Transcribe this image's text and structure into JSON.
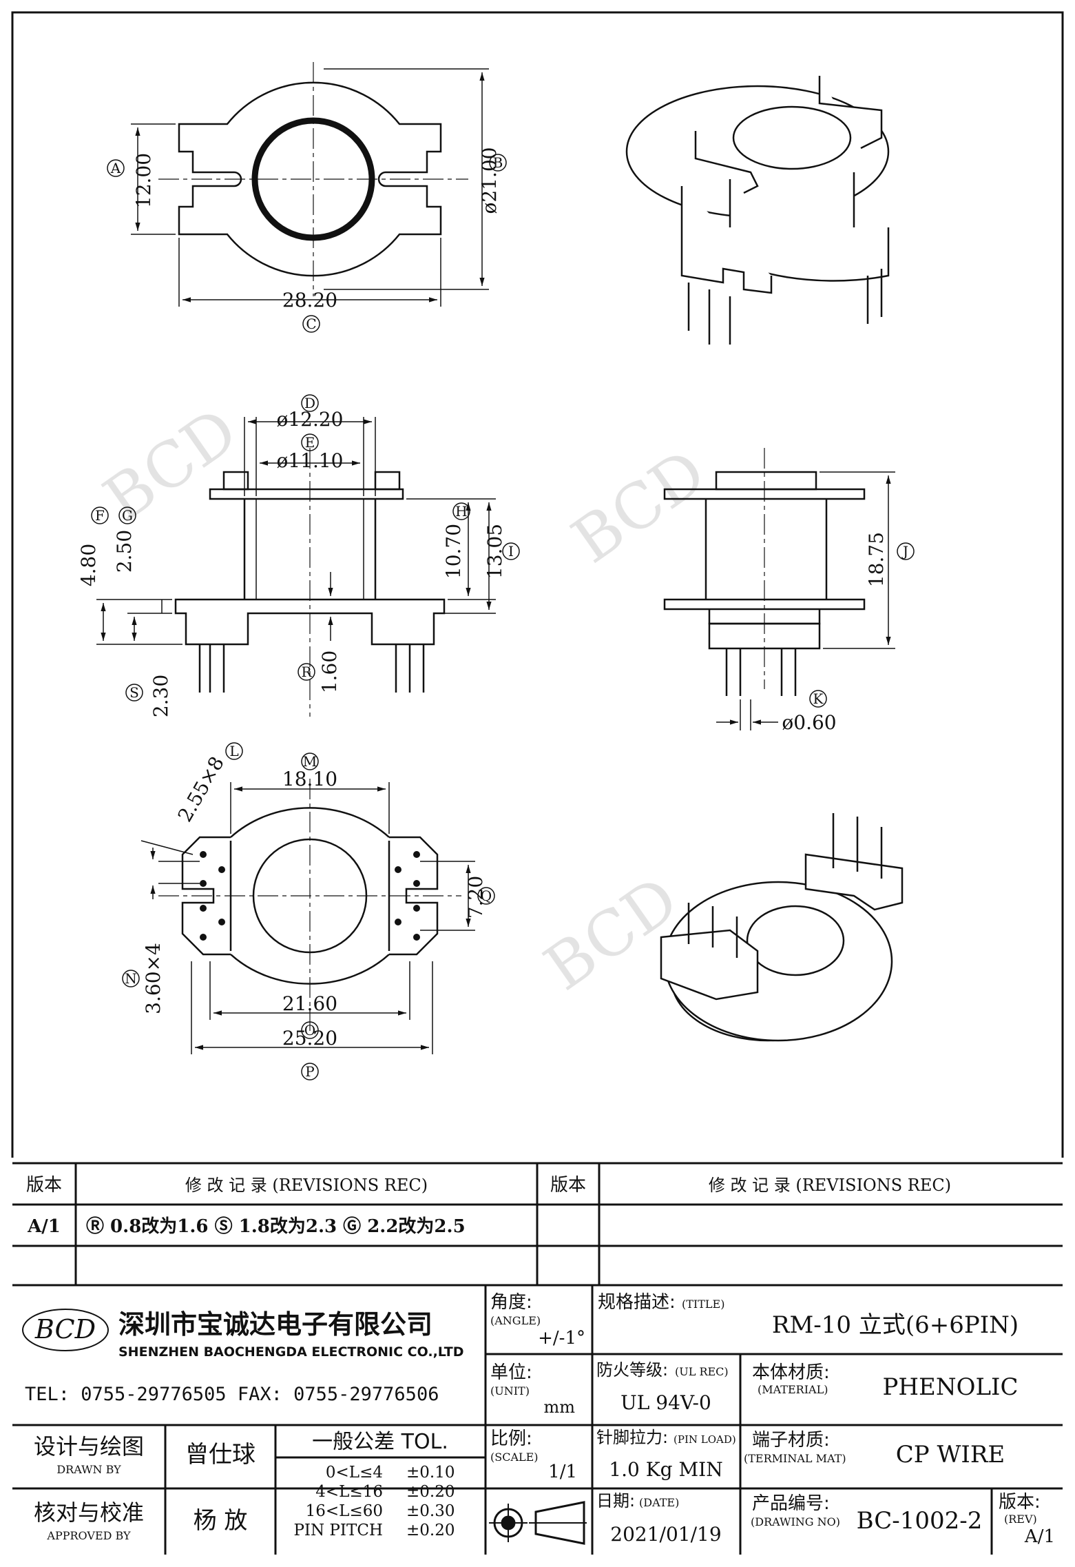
{
  "drawing": {
    "top_view": {
      "dim_height": "12.00",
      "dim_diameter": "ø21.00",
      "dim_width": "28.20",
      "labels": [
        "A",
        "B",
        "C"
      ]
    },
    "front_view": {
      "dim_d": "ø12.20",
      "dim_e": "ø11.10",
      "dim_f": "4.80",
      "dim_g": "2.50",
      "dim_h": "10.70",
      "dim_i": "13.05",
      "dim_r": "1.60",
      "dim_s": "2.30",
      "labels": [
        "D",
        "E",
        "F",
        "G",
        "H",
        "I",
        "R",
        "S"
      ]
    },
    "side_view": {
      "dim_j": "18.75",
      "dim_k": "ø0.60",
      "labels": [
        "J",
        "K"
      ]
    },
    "bottom_view": {
      "dim_l": "2.55×8",
      "dim_m": "18.10",
      "dim_n": "3.60×4",
      "dim_o": "21.60",
      "dim_p": "25.20",
      "dim_q": "7.20",
      "labels": [
        "L",
        "M",
        "N",
        "O",
        "P",
        "Q"
      ]
    },
    "watermark": "BCD"
  },
  "revisions": {
    "header_version": "版本",
    "header_record": "修 改 记 录 (REVISIONS REC)",
    "rows": [
      {
        "version": "A/1",
        "record": "Ⓡ 0.8改为1.6  Ⓢ 1.8改为2.3  Ⓖ 2.2改为2.5"
      },
      {
        "version": "",
        "record": ""
      }
    ]
  },
  "company": {
    "logo": "BCD",
    "name_cn": "深圳市宝诚达电子有限公司",
    "name_en": "SHENZHEN BAOCHENGDA ELECTRONIC CO.,LTD",
    "contact": "TEL: 0755-29776505  FAX: 0755-29776506"
  },
  "title_block": {
    "angle_label": "角度:",
    "angle_label_en": "(ANGLE)",
    "angle_value": "+/-1°",
    "title_label": "规格描述:",
    "title_label_en": "(TITLE)",
    "title_value": "RM-10 立式(6+6PIN)",
    "unit_label": "单位:",
    "unit_label_en": "(UNIT)",
    "unit_value": "mm",
    "ul_label": "防火等级:",
    "ul_label_en": "(UL REC)",
    "ul_value": "UL 94V-0",
    "material_label": "本体材质:",
    "material_label_en": "(MATERIAL)",
    "material_value": "PHENOLIC",
    "scale_label": "比例:",
    "scale_label_en": "(SCALE)",
    "scale_value": "1/1",
    "pinload_label": "针脚拉力:",
    "pinload_label_en": "(PIN LOAD)",
    "pinload_value": "1.0 Kg MIN",
    "terminal_label": "端子材质:",
    "terminal_label_en": "(TERMINAL MAT)",
    "terminal_value": "CP WIRE",
    "date_label": "日期:",
    "date_label_en": "(DATE)",
    "date_value": "2021/01/19",
    "drawing_no_label": "产品编号:",
    "drawing_no_label_en": "(DRAWING NO)",
    "drawing_no_value": "BC-1002-2",
    "rev_label": "版本:",
    "rev_label_en": "(REV)",
    "rev_value": "A/1",
    "drawn_label": "设计与绘图",
    "drawn_label_en": "DRAWN BY",
    "drawn_value": "曾仕球",
    "approved_label": "核对与校准",
    "approved_label_en": "APPROVED BY",
    "approved_value": "杨 放",
    "tolerance_title": "一般公差 TOL.",
    "tolerances": [
      {
        "range": "0<L≤4",
        "value": "±0.10"
      },
      {
        "range": "4<L≤16",
        "value": "±0.20"
      },
      {
        "range": "16<L≤60",
        "value": "±0.30"
      },
      {
        "range": "PIN PITCH",
        "value": "±0.20"
      }
    ]
  }
}
